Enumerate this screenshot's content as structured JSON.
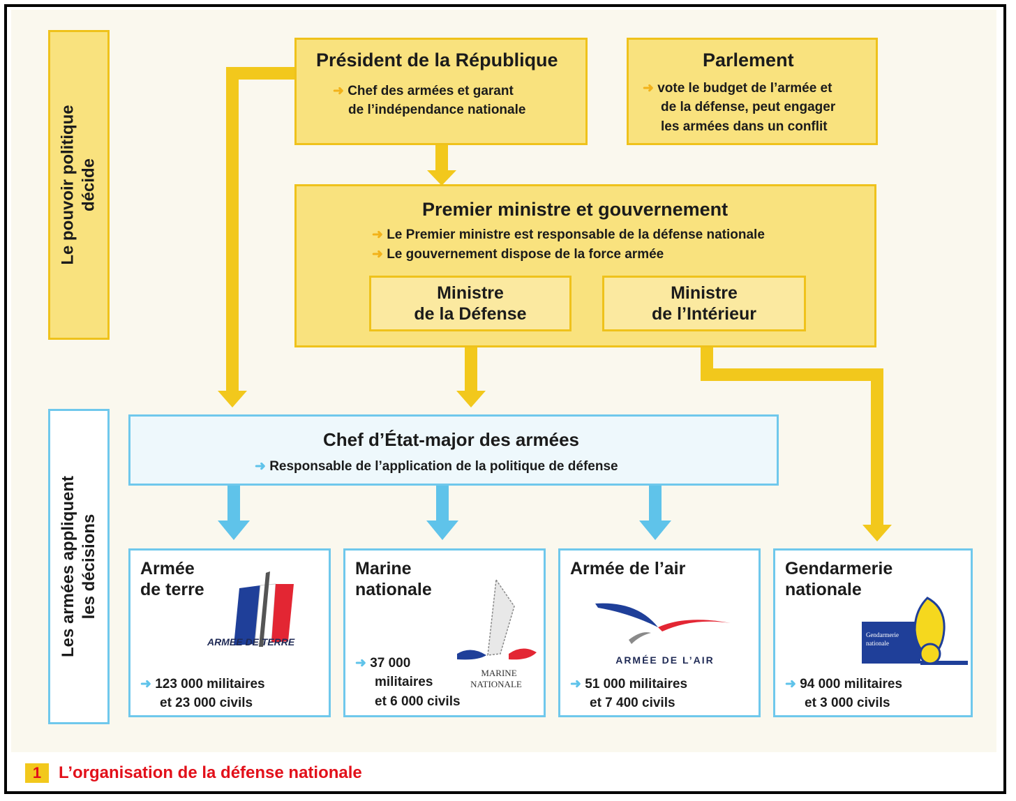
{
  "side_labels": {
    "political": [
      "Le pouvoir politique",
      "décide"
    ],
    "armies": [
      "Les armées appliquent",
      "les décisions"
    ]
  },
  "president": {
    "title": "Président de la République",
    "lines": [
      "Chef des armées et garant",
      "de l’indépendance nationale"
    ]
  },
  "parlement": {
    "title": "Parlement",
    "lines": [
      "vote le budget de l’armée et",
      "de la défense, peut engager",
      "les armées dans un conflit"
    ]
  },
  "gouvernement": {
    "title": "Premier ministre et gouvernement",
    "lines": [
      "Le Premier ministre est responsable de la défense nationale",
      "Le gouvernement dispose de la force armée"
    ],
    "ministre_defense": [
      "Ministre",
      "de la Défense"
    ],
    "ministre_interieur": [
      "Ministre",
      "de l’Intérieur"
    ]
  },
  "chef_etat_major": {
    "title": "Chef d’État-major des armées",
    "line": "Responsable de l’application de la politique de défense"
  },
  "forces": [
    {
      "name": [
        "Armée",
        "de terre"
      ],
      "stats": [
        "123 000 militaires",
        "et 23 000 civils"
      ],
      "logo_text": "ARMEE DE TERRE"
    },
    {
      "name": [
        "Marine",
        "nationale"
      ],
      "stats": [
        "37 000",
        "militaires",
        "et 6 000 civils"
      ],
      "logo_text": [
        "MARINE",
        "NATIONALE"
      ]
    },
    {
      "name": [
        "Armée de l’air"
      ],
      "stats": [
        "51 000 militaires",
        "et 7 400 civils"
      ],
      "logo_text": "ARMÉE DE L’AIR"
    },
    {
      "name": [
        "Gendarmerie",
        "nationale"
      ],
      "stats": [
        "94 000 militaires",
        "et 3 000 civils"
      ],
      "logo_text": [
        "Gendarmerie",
        "nationale"
      ]
    }
  ],
  "caption": {
    "number": "1",
    "text": "L’organisation de la défense nationale"
  },
  "colors": {
    "yellow_fill": "#f9e27e",
    "yellow_border": "#efc21b",
    "blue_border": "#6fc8ec",
    "caption_red": "#e2101a"
  }
}
